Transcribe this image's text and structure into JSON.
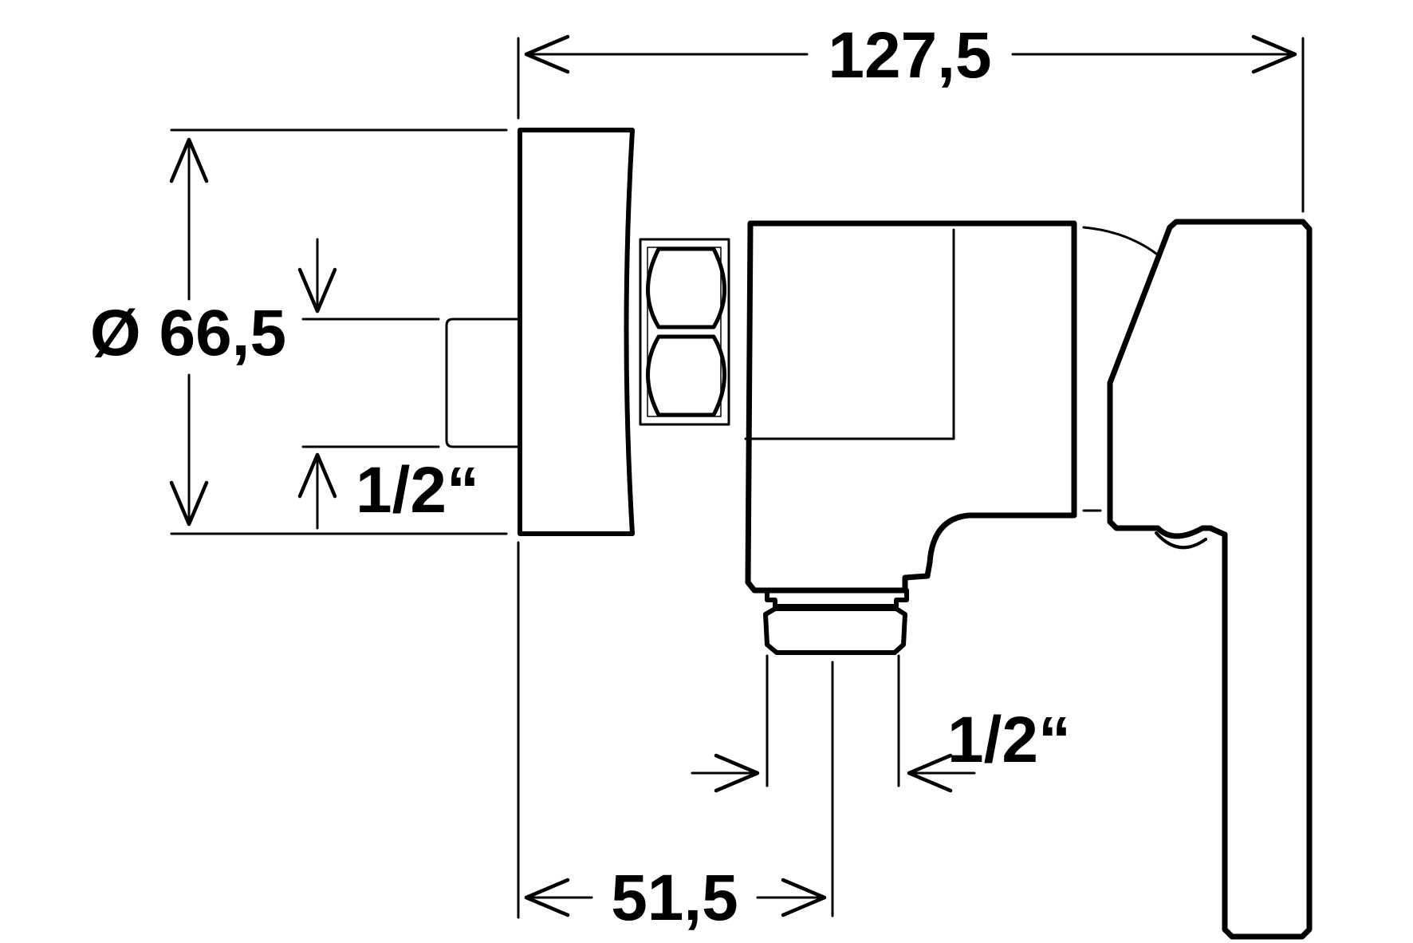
{
  "drawing": {
    "dimensions": {
      "overall_length": "127,5",
      "rosette_diameter": "Ø 66,5",
      "inlet_thread": "1/2“",
      "outlet_thread": "1/2“",
      "outlet_offset": "51,5"
    },
    "colors": {
      "line": "#000000",
      "background": "#ffffff"
    }
  }
}
